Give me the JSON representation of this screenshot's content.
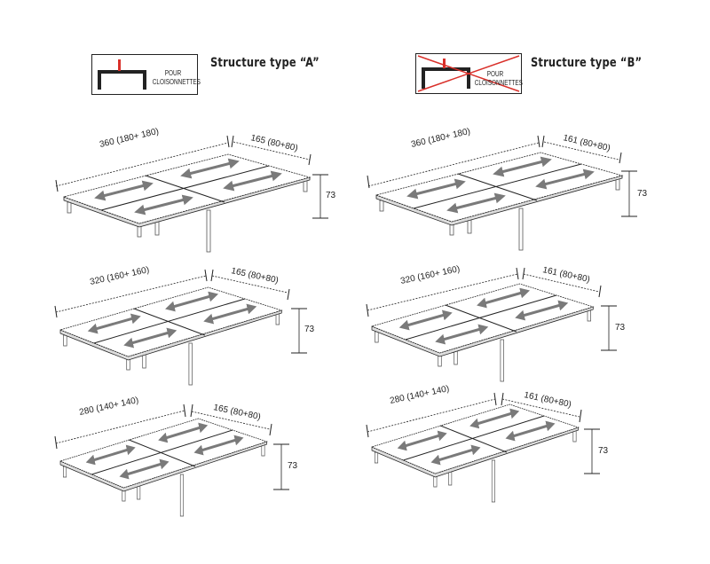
{
  "legend": {
    "a": {
      "title": "Structure type “A”",
      "line1": "POUR",
      "line2": "CLOISONNETTES",
      "crossed": false
    },
    "b": {
      "title": "Structure type “B”",
      "line1": "POUR",
      "line2": "CLOISONNETTES",
      "crossed": true
    }
  },
  "colors": {
    "line": "#222222",
    "arrow": "#7a7a7a",
    "red": "#d9302a",
    "leg": "#555555"
  },
  "configs": [
    {
      "structure": "A",
      "length": "360 (180+ 180)",
      "depth": "165 (80+80)",
      "height": "73"
    },
    {
      "structure": "B",
      "length": "360 (180+ 180)",
      "depth": "161 (80+80)",
      "height": "73"
    },
    {
      "structure": "A",
      "length": "320 (160+ 160)",
      "depth": "165 (80+80)",
      "height": "73"
    },
    {
      "structure": "B",
      "length": "320 (160+ 160)",
      "depth": "161 (80+80)",
      "height": "73"
    },
    {
      "structure": "A",
      "length": "280 (140+ 140)",
      "depth": "165 (80+80)",
      "height": "73"
    },
    {
      "structure": "B",
      "length": "280 (140+ 140)",
      "depth": "161 (80+80)",
      "height": "73"
    }
  ]
}
